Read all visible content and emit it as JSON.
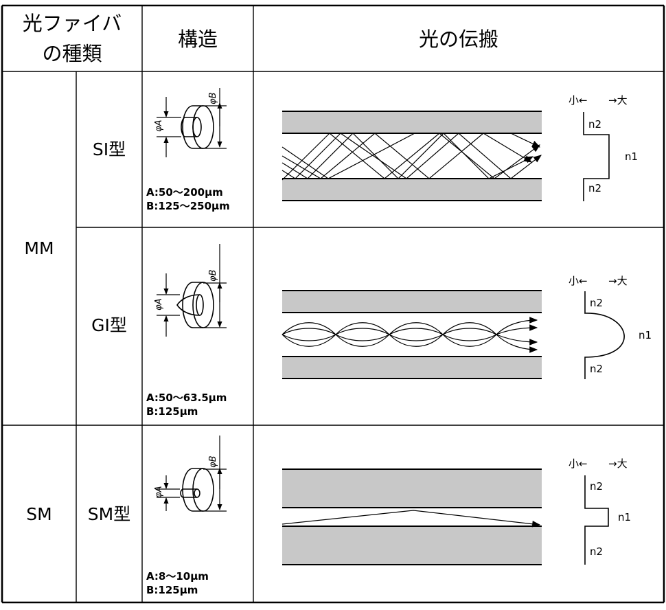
{
  "header": {
    "fiber_type_line1": "光ファイバ",
    "fiber_type_line2": "の種類",
    "structure": "構造",
    "propagation": "光の伝搬"
  },
  "categories": {
    "mm": "MM",
    "sm": "SM"
  },
  "rows": [
    {
      "type": "SI型",
      "spec_a": "A:50～200μm",
      "spec_b": "B:125～250μm",
      "dim_a": "φA",
      "dim_b": "φB",
      "profile_scale_small": "小←",
      "profile_scale_large": "→大",
      "profile_top": "n2",
      "profile_mid": "n1",
      "profile_bottom": "n2"
    },
    {
      "type": "GI型",
      "spec_a": "A:50～63.5μm",
      "spec_b": "B:125μm",
      "dim_a": "φA",
      "dim_b": "φB",
      "profile_scale_small": "小←",
      "profile_scale_large": "→大",
      "profile_top": "n2",
      "profile_mid": "n1",
      "profile_bottom": "n2"
    },
    {
      "type": "SM型",
      "spec_a": "A:8～10μm",
      "spec_b": "B:125μm",
      "dim_a": "φA",
      "dim_b": "φB",
      "profile_scale_small": "小←",
      "profile_scale_large": "→大",
      "profile_top": "n2",
      "profile_mid": "n1",
      "profile_bottom": "n2"
    }
  ],
  "colors": {
    "cladding": "#c8c8c8",
    "line": "#000000",
    "background": "#ffffff"
  }
}
